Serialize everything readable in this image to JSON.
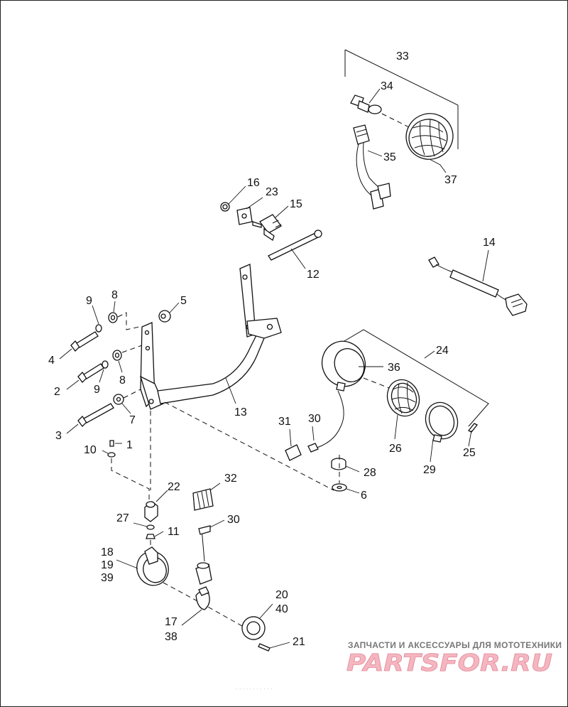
{
  "diagram": {
    "callouts": [
      {
        "id": "c1",
        "text": "1"
      },
      {
        "id": "c2",
        "text": "2"
      },
      {
        "id": "c3",
        "text": "3"
      },
      {
        "id": "c4",
        "text": "4"
      },
      {
        "id": "c5",
        "text": "5"
      },
      {
        "id": "c6",
        "text": "6"
      },
      {
        "id": "c7",
        "text": "7"
      },
      {
        "id": "c8a",
        "text": "8"
      },
      {
        "id": "c8b",
        "text": "8"
      },
      {
        "id": "c9a",
        "text": "9"
      },
      {
        "id": "c9b",
        "text": "9"
      },
      {
        "id": "c10",
        "text": "10"
      },
      {
        "id": "c11",
        "text": "11"
      },
      {
        "id": "c12",
        "text": "12"
      },
      {
        "id": "c13",
        "text": "13"
      },
      {
        "id": "c14",
        "text": "14"
      },
      {
        "id": "c15",
        "text": "15"
      },
      {
        "id": "c16",
        "text": "16"
      },
      {
        "id": "c17",
        "text": "17"
      },
      {
        "id": "c38",
        "text": "38"
      },
      {
        "id": "c18",
        "text": "18"
      },
      {
        "id": "c19",
        "text": "19"
      },
      {
        "id": "c39",
        "text": "39"
      },
      {
        "id": "c20",
        "text": "20"
      },
      {
        "id": "c40",
        "text": "40"
      },
      {
        "id": "c21",
        "text": "21"
      },
      {
        "id": "c22",
        "text": "22"
      },
      {
        "id": "c23",
        "text": "23"
      },
      {
        "id": "c24",
        "text": "24"
      },
      {
        "id": "c25",
        "text": "25"
      },
      {
        "id": "c26",
        "text": "26"
      },
      {
        "id": "c27",
        "text": "27"
      },
      {
        "id": "c28",
        "text": "28"
      },
      {
        "id": "c29",
        "text": "29"
      },
      {
        "id": "c30a",
        "text": "30"
      },
      {
        "id": "c30b",
        "text": "30"
      },
      {
        "id": "c31",
        "text": "31"
      },
      {
        "id": "c32",
        "text": "32"
      },
      {
        "id": "c33",
        "text": "33"
      },
      {
        "id": "c34",
        "text": "34"
      },
      {
        "id": "c35",
        "text": "35"
      },
      {
        "id": "c36",
        "text": "36"
      },
      {
        "id": "c37",
        "text": "37"
      }
    ]
  },
  "watermark": {
    "tagline": "ЗАПЧАСТИ И АКСЕССУАРЫ ДЛЯ МОТОТЕХНИКИ",
    "logo": "PARTSFOR.RU",
    "footer_text": "· · · · · · · · · · ·"
  },
  "colors": {
    "line": "#111111",
    "logo_fill": "#f4b6c0",
    "logo_stroke": "#e48a9a",
    "tagline": "#777777"
  }
}
